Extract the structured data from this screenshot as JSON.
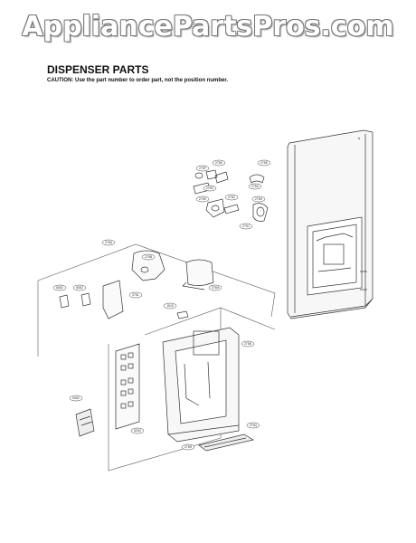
{
  "watermark": "AppliancePartsPros.com",
  "title": "DISPENSER PARTS",
  "caution": "CAUTION: Use the part number to order part, not the position number.",
  "callouts": {
    "c1": "275F",
    "c2": "275D",
    "c3": "275E",
    "c4": "275G",
    "c5": "275A",
    "c6": "275C",
    "c7": "275H",
    "c8": "275J",
    "c9": "275K",
    "c10": "275A",
    "c11": "275B",
    "c12": "6552",
    "c13": "6552",
    "c14": "275L",
    "c15": "275M",
    "c16": "1515",
    "c17": "275N",
    "c18": "5082",
    "c19": "6254",
    "c20": "275Q",
    "c21": "275R"
  }
}
